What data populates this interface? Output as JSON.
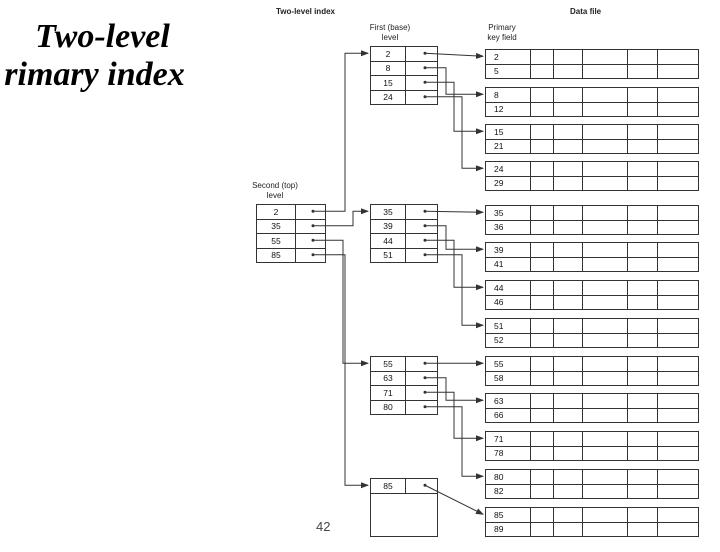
{
  "slide": {
    "title_line1": "Two-level",
    "title_line2": "rimary index",
    "page_number": "42"
  },
  "headers": {
    "two_level_index": "Two-level index",
    "data_file": "Data file",
    "first_level_line1": "First (base)",
    "first_level_line2": "level",
    "primary_key_line1": "Primary",
    "primary_key_line2": "key field",
    "second_level_line1": "Second (top)",
    "second_level_line2": "level"
  },
  "second_level": [
    "2",
    "35",
    "55",
    "85"
  ],
  "first_level": [
    [
      "2",
      "8",
      "15",
      "24"
    ],
    [
      "35",
      "39",
      "44",
      "51"
    ],
    [
      "55",
      "63",
      "71",
      "80"
    ],
    [
      "85"
    ]
  ],
  "data_blocks": [
    [
      "2",
      "5"
    ],
    [
      "8",
      "12"
    ],
    [
      "15",
      "21"
    ],
    [
      "24",
      "29"
    ],
    [
      "35",
      "36"
    ],
    [
      "39",
      "41"
    ],
    [
      "44",
      "46"
    ],
    [
      "51",
      "52"
    ],
    [
      "55",
      "58"
    ],
    [
      "63",
      "66"
    ],
    [
      "71",
      "78"
    ],
    [
      "80",
      "82"
    ],
    [
      "85",
      "89"
    ]
  ],
  "colors": {
    "line": "#333333",
    "text": "#111111"
  }
}
